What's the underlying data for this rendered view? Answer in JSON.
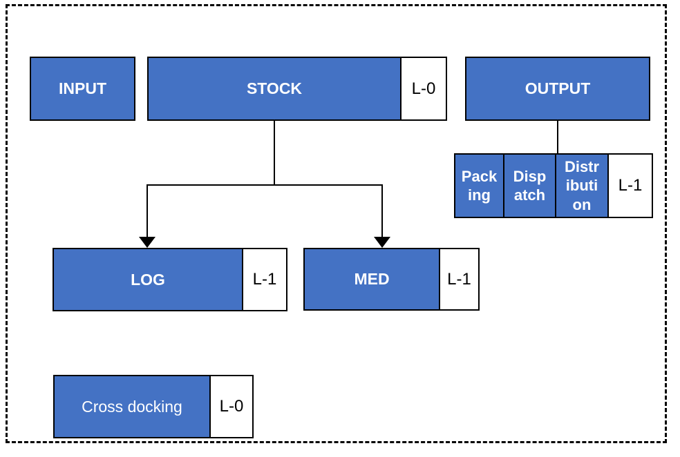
{
  "diagram": {
    "colors": {
      "box_fill": "#4472C4",
      "box_border": "#000000",
      "box_text": "#FFFFFF",
      "level_text": "#000000",
      "connector": "#000000",
      "frame_border": "#000000",
      "background": "#FFFFFF"
    },
    "nodes": {
      "input": {
        "label": "INPUT"
      },
      "stock": {
        "label": "STOCK",
        "level": "L-0"
      },
      "output": {
        "label": "OUTPUT"
      },
      "log": {
        "label": "LOG",
        "level": "L-1"
      },
      "med": {
        "label": "MED",
        "level": "L-1"
      },
      "cross_docking": {
        "label": "Cross docking",
        "level": "L-0"
      }
    },
    "output_process_row": {
      "cells": [
        {
          "label": "Packing",
          "display": "Pack\ning"
        },
        {
          "label": "Dispatch",
          "display": "Disp\natch"
        },
        {
          "label": "Distribution",
          "display": "Distr\nibuti\non"
        }
      ],
      "level": "L-1"
    }
  }
}
